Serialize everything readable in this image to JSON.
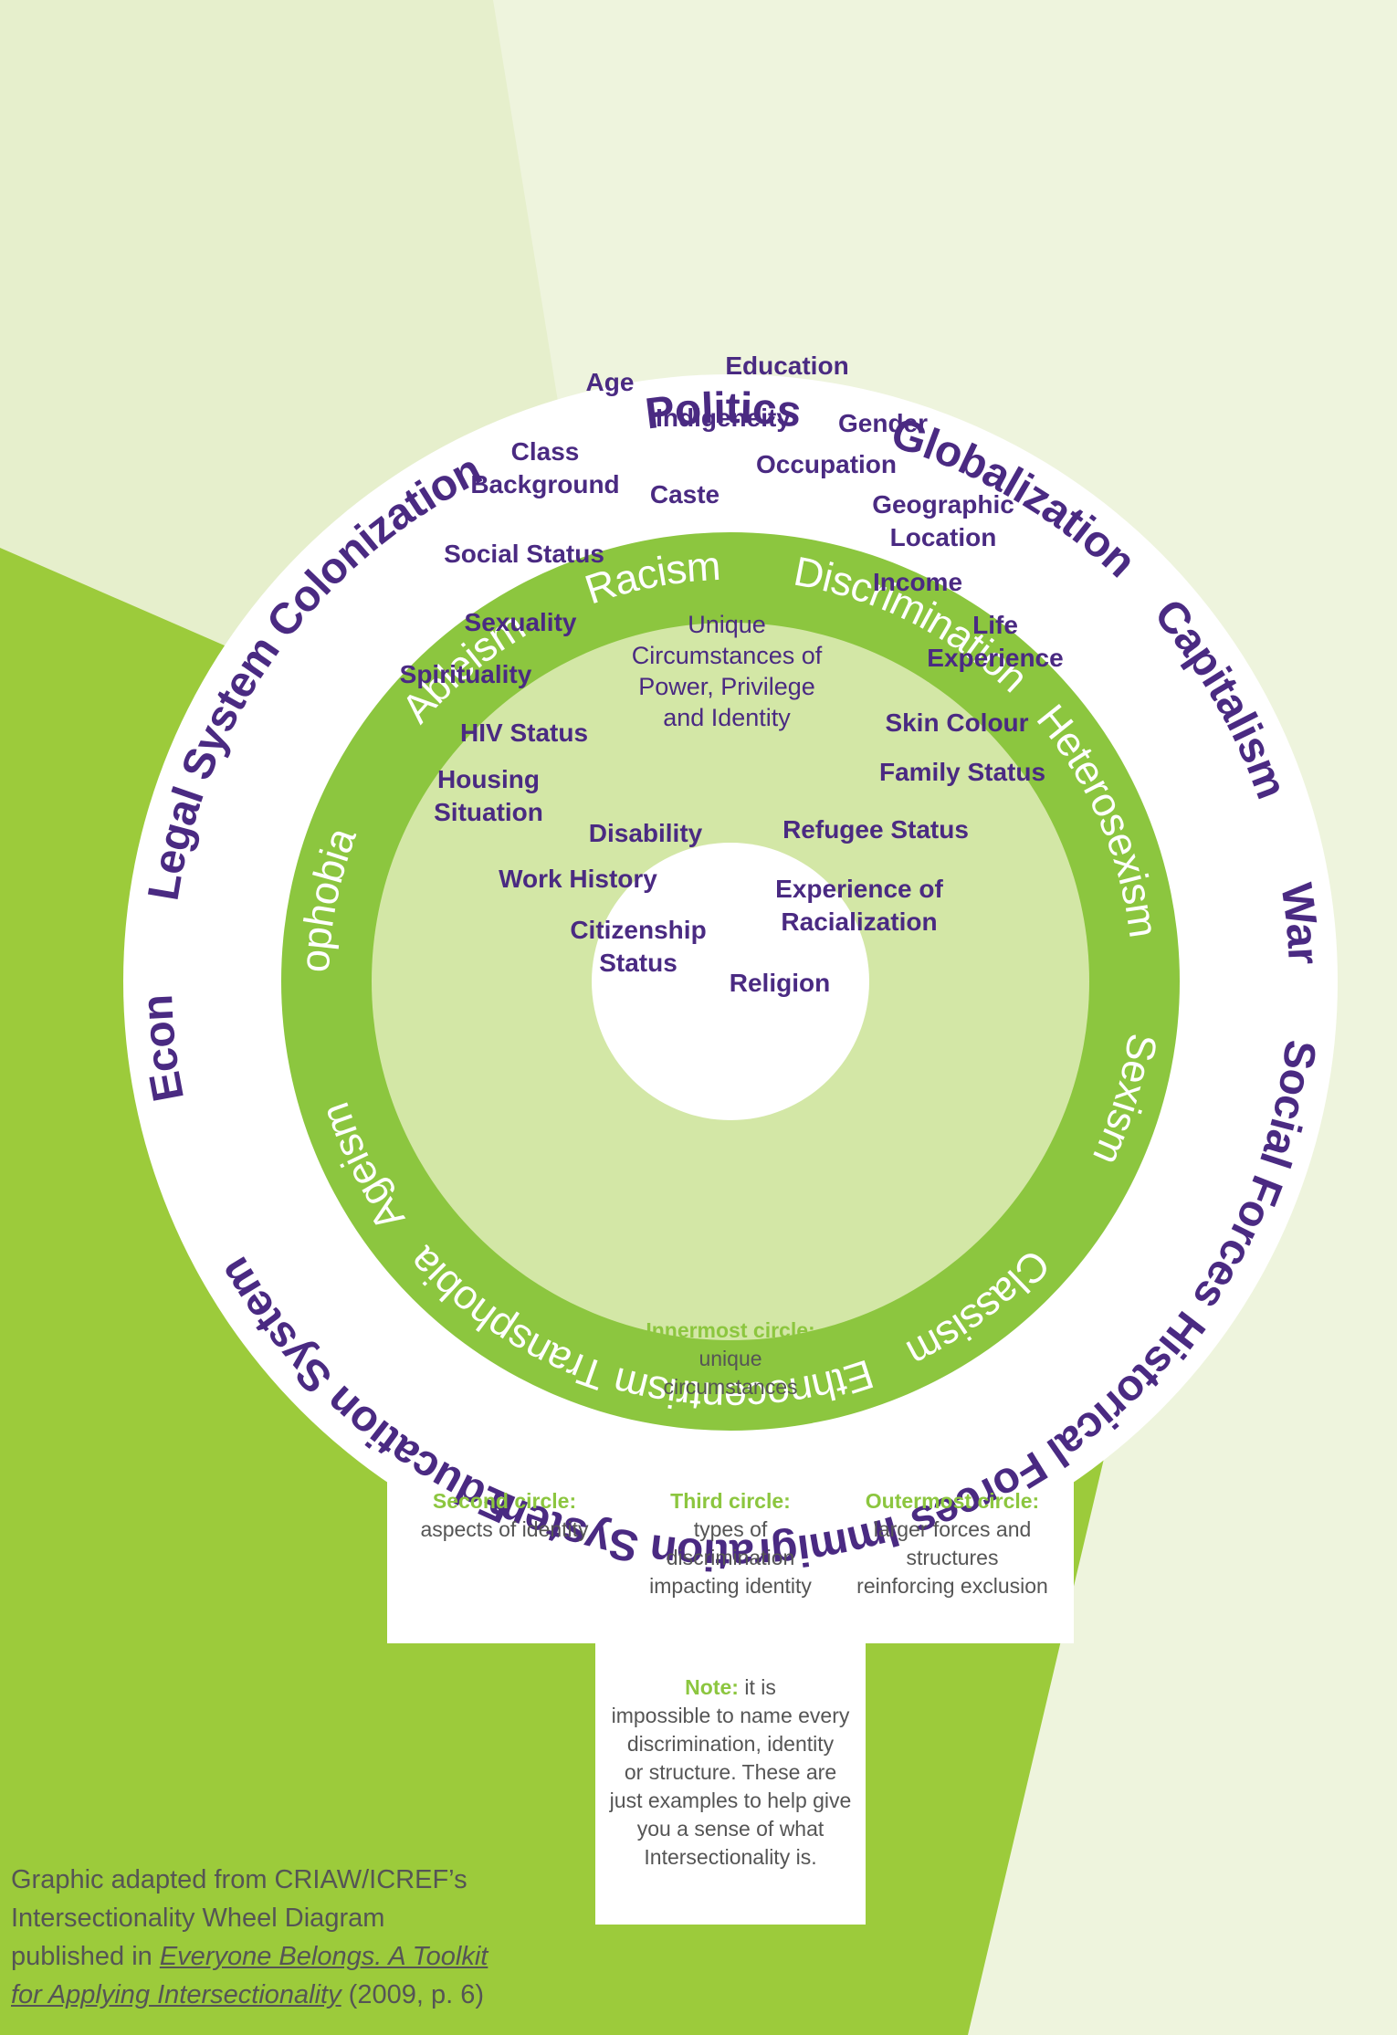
{
  "colors": {
    "background": "#e6efcc",
    "background_light": "#eef4dd",
    "triangle": "#9ccb3b",
    "ring_green": "#8cc63f",
    "inner_fill": "#d3e7a6",
    "white": "#ffffff",
    "purple": "#4a2a82",
    "heading_green": "#8cc63f",
    "body_text": "#555555"
  },
  "outer_circle": [
    "Colonization",
    "Politics",
    "Globalization",
    "Capitalism",
    "War",
    "Social Forces",
    "Historical Forces",
    "Immigration System",
    "Education System",
    "Economy",
    "Legal System"
  ],
  "third_circle": [
    "Racism",
    "Discrimination",
    "Heterosexism",
    "Sexism",
    "Classism",
    "Ethnocentrism",
    "Transphobia",
    "Ageism",
    "Homophobia",
    "Ableism"
  ],
  "identities": [
    [
      "Age"
    ],
    [
      "Education"
    ],
    [
      "Indigeneity"
    ],
    [
      "Gender"
    ],
    [
      "Class",
      "Background"
    ],
    [
      "Occupation"
    ],
    [
      "Caste"
    ],
    [
      "Geographic",
      "Location"
    ],
    [
      "Social Status"
    ],
    [
      "Income"
    ],
    [
      "Sexuality"
    ],
    [
      "Life",
      "Experience"
    ],
    [
      "Spirituality"
    ],
    [
      "Skin Colour"
    ],
    [
      "HIV Status"
    ],
    [
      "Family Status"
    ],
    [
      "Housing",
      "Situation"
    ],
    [
      "Disability"
    ],
    [
      "Refugee Status"
    ],
    [
      "Work History"
    ],
    [
      "Experience of",
      "Racialization"
    ],
    [
      "Citizenship",
      "Status"
    ],
    [
      "Religion"
    ]
  ],
  "center": [
    "Unique",
    "Circumstances of",
    "Power, Privilege",
    "and Identity"
  ],
  "legend": {
    "innermost": {
      "heading": "Innermost circle:",
      "lines": [
        "unique",
        "circumstances"
      ]
    },
    "second": {
      "heading": "Second circle:",
      "lines": [
        "aspects of identity"
      ]
    },
    "third": {
      "heading": "Third circle:",
      "lines": [
        "types of",
        "discrimination",
        "impacting identity"
      ]
    },
    "outermost": {
      "heading": "Outermost circle:",
      "lines": [
        "larger forces and",
        "structures",
        "reinforcing exclusion"
      ]
    },
    "note": {
      "heading": "Note:",
      "first": " it is",
      "lines": [
        "impossible to name every",
        "discrimination, identity",
        "or structure. These are",
        "just examples to help give",
        "you a sense of what",
        "Intersectionality is."
      ]
    }
  },
  "credit": {
    "lines": [
      "Graphic adapted from CRIAW/ICREF’s",
      "Intersectionality Wheel Diagram"
    ],
    "prefix": "published in ",
    "link_1": "Everyone Belongs. A Toolkit",
    "link_2": "for Applying Intersectionality",
    "suffix": " (2009, p. 6)"
  }
}
